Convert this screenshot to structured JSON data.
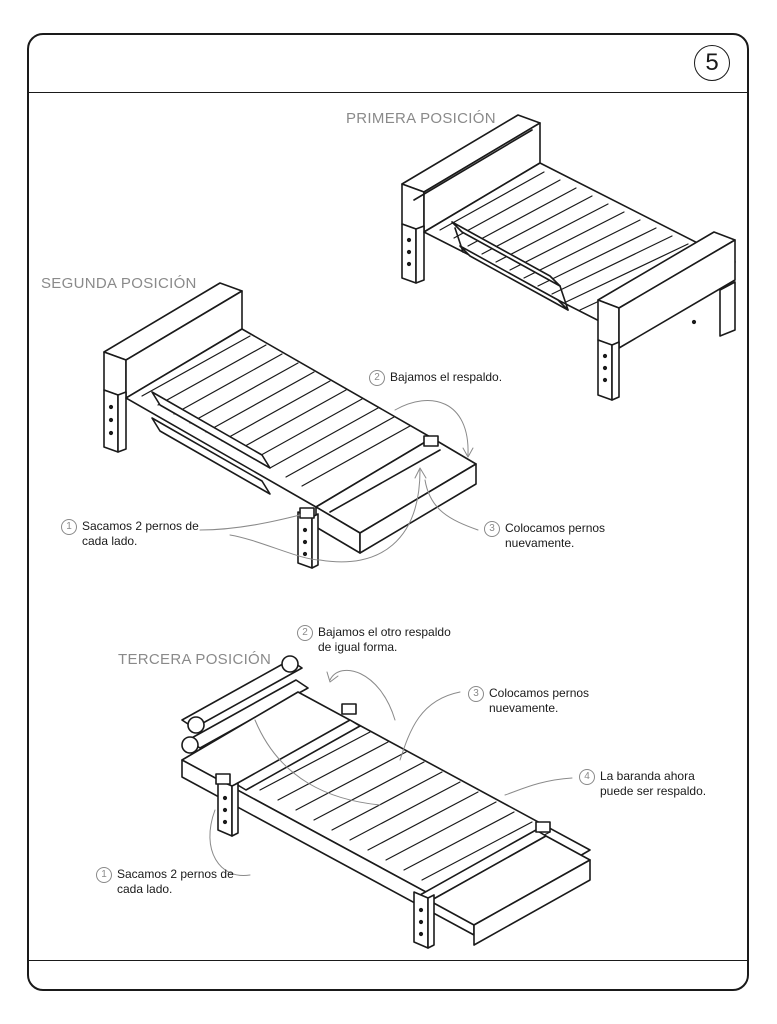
{
  "page": {
    "step_number": "5"
  },
  "positions": {
    "first": "PRIMERA POSICIÓN",
    "second": "SEGUNDA POSICIÓN",
    "third": "TERCERA POSICIÓN"
  },
  "second_callouts": [
    {
      "num": "1",
      "text": "Sacamos 2 pernos de\ncada lado."
    },
    {
      "num": "2",
      "text": "Bajamos el respaldo."
    },
    {
      "num": "3",
      "text": "Colocamos pernos\nnuevamente."
    }
  ],
  "third_callouts": [
    {
      "num": "1",
      "text": "Sacamos 2 pernos de\ncada lado."
    },
    {
      "num": "2",
      "text": "Bajamos el otro respaldo\nde igual forma."
    },
    {
      "num": "3",
      "text": "Colocamos pernos\nnuevamente."
    },
    {
      "num": "4",
      "text": "La baranda ahora\npuede ser respaldo."
    }
  ]
}
